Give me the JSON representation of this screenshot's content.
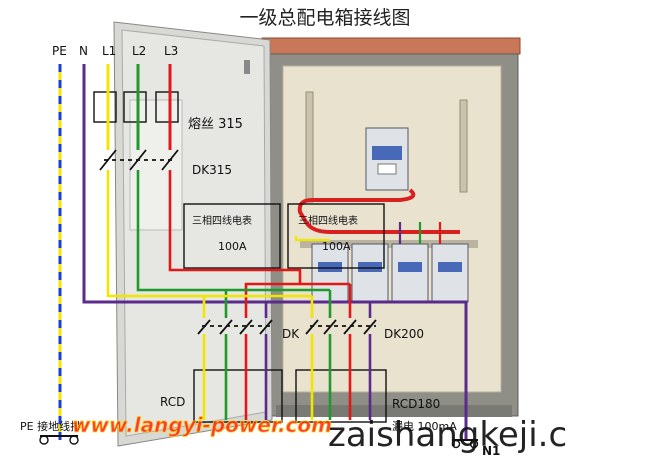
{
  "title": "一级总配电箱接线图",
  "labels": {
    "pe": "PE",
    "n": "N",
    "l1": "L1",
    "l2": "L2",
    "l3": "L3",
    "fuse": "熔丝 315",
    "main_switch": "DK315",
    "meter_left": "三相四线电表",
    "meter_left_current": "100A",
    "meter_right": "三相四线电表",
    "meter_right_current": "100A",
    "dk_left": "DK",
    "dk_right": "DK200",
    "rcd_left": "RCD",
    "rcd_right": "RCD180",
    "rcd_right_note": "漏电 100mA",
    "pe_bar": "PE 接地线排",
    "n1": "N1"
  },
  "watermarks": {
    "site": "www.langyi-power.com",
    "brand": "zaishangkeji.c"
  },
  "colors": {
    "pe": "#1a3fd6",
    "pe_alt": "#f2e600",
    "n": "#5a2a8c",
    "l1": "#f2e600",
    "l2": "#1f9a2a",
    "l3": "#e01818",
    "box": "#9a9a94",
    "door": "#d8d8d4",
    "backplate": "#e9e2cf",
    "roof": "#c87858",
    "breaker": "#dfe3e8"
  }
}
